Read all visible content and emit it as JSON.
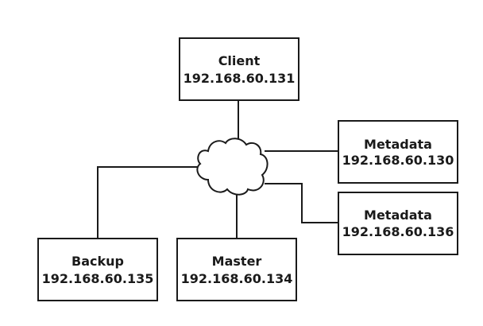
{
  "diagram": {
    "nodes": {
      "client": {
        "name": "Client",
        "ip": "192.168.60.131"
      },
      "metadata1": {
        "name": "Metadata",
        "ip": "192.168.60.130"
      },
      "metadata2": {
        "name": "Metadata",
        "ip": "192.168.60.136"
      },
      "backup": {
        "name": "Backup",
        "ip": "192.168.60.135"
      },
      "master": {
        "name": "Master",
        "ip": "192.168.60.134"
      }
    },
    "network_icon": "cloud-icon",
    "colors": {
      "stroke": "#1a1a1a",
      "background": "#ffffff"
    }
  }
}
